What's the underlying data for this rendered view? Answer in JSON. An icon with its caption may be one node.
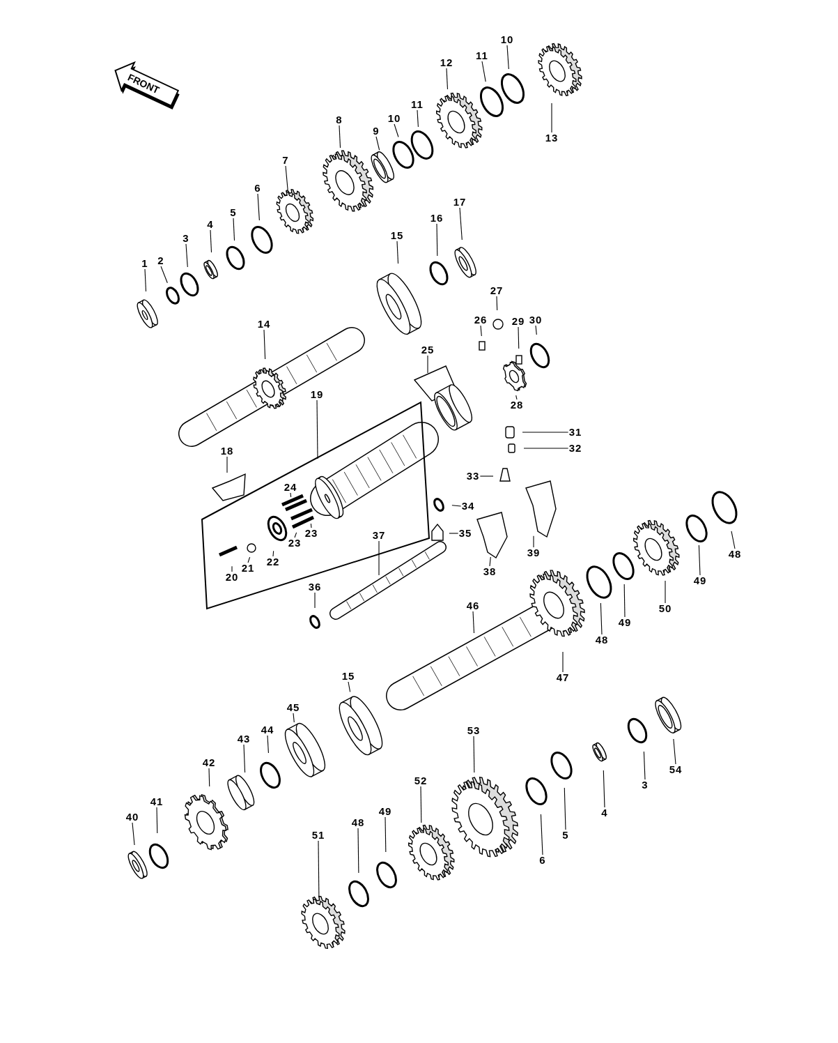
{
  "diagram": {
    "nodes": [
      {
        "text": [
          "FRONT"
        ]
      },
      {
        "text": [],
        "shape": "box"
      },
      {
        "text": [
          "1"
        ]
      },
      {
        "text": [
          "2"
        ]
      },
      {
        "text": [
          "3"
        ]
      },
      {
        "text": [
          "4"
        ]
      },
      {
        "text": [
          "5"
        ]
      },
      {
        "text": [
          "6"
        ]
      },
      {
        "text": [
          "7"
        ]
      },
      {
        "text": [
          "8"
        ]
      },
      {
        "text": [
          "9"
        ]
      },
      {
        "text": [
          "10"
        ]
      },
      {
        "text": [
          "11"
        ]
      },
      {
        "text": [
          "12"
        ]
      },
      {
        "text": [
          "11"
        ]
      },
      {
        "text": [
          "10"
        ]
      },
      {
        "text": [
          "13"
        ]
      },
      {
        "text": [
          "14"
        ]
      },
      {
        "text": [
          "15"
        ]
      },
      {
        "text": [
          "16"
        ]
      },
      {
        "text": [
          "17"
        ]
      },
      {
        "text": [
          "27"
        ]
      },
      {
        "text": [
          "26"
        ]
      },
      {
        "text": [
          "29"
        ]
      },
      {
        "text": [
          "30"
        ]
      },
      {
        "text": [
          "25"
        ]
      },
      {
        "text": [
          "19"
        ]
      },
      {
        "text": [
          "28"
        ]
      },
      {
        "text": [
          "31"
        ]
      },
      {
        "text": [
          "32"
        ]
      },
      {
        "text": [
          "18"
        ]
      },
      {
        "text": [
          "24"
        ],
        "in": 1
      },
      {
        "text": [
          "33"
        ]
      },
      {
        "text": [
          "34"
        ]
      },
      {
        "text": [
          "35"
        ]
      },
      {
        "text": [
          "22"
        ],
        "in": 1
      },
      {
        "text": [
          "23"
        ],
        "in": 1
      },
      {
        "text": [
          "23"
        ],
        "in": 1
      },
      {
        "text": [
          "20"
        ],
        "in": 1
      },
      {
        "text": [
          "21"
        ],
        "in": 1
      },
      {
        "text": [
          "37"
        ],
        "in": 1
      },
      {
        "text": [
          "36"
        ]
      },
      {
        "text": [
          "38"
        ]
      },
      {
        "text": [
          "39"
        ]
      },
      {
        "text": [
          "46"
        ]
      },
      {
        "text": [
          "47"
        ]
      },
      {
        "text": [
          "48"
        ]
      },
      {
        "text": [
          "49"
        ]
      },
      {
        "text": [
          "50"
        ]
      },
      {
        "text": [
          "49"
        ]
      },
      {
        "text": [
          "48"
        ]
      },
      {
        "text": [
          "15"
        ]
      },
      {
        "text": [
          "45"
        ]
      },
      {
        "text": [
          "44"
        ]
      },
      {
        "text": [
          "43"
        ]
      },
      {
        "text": [
          "42"
        ]
      },
      {
        "text": [
          "41"
        ]
      },
      {
        "text": [
          "40"
        ]
      },
      {
        "text": [
          "53"
        ]
      },
      {
        "text": [
          "52"
        ]
      },
      {
        "text": [
          "49"
        ]
      },
      {
        "text": [
          "48"
        ]
      },
      {
        "text": [
          "51"
        ]
      },
      {
        "text": [
          "6"
        ]
      },
      {
        "text": [
          "5"
        ]
      },
      {
        "text": [
          "4"
        ]
      },
      {
        "text": [
          "3"
        ]
      },
      {
        "text": [
          "54"
        ]
      }
    ],
    "edges": [
      {
        "from": 2,
        "to": null,
        "arrow": "none"
      },
      {
        "from": 3,
        "to": null,
        "arrow": "none"
      },
      {
        "from": 4,
        "to": null,
        "arrow": "none"
      },
      {
        "from": 5,
        "to": null,
        "arrow": "none"
      },
      {
        "from": 6,
        "to": null,
        "arrow": "none"
      },
      {
        "from": 7,
        "to": null,
        "arrow": "none"
      },
      {
        "from": 8,
        "to": null,
        "arrow": "none"
      },
      {
        "from": 9,
        "to": null,
        "arrow": "none"
      },
      {
        "from": 10,
        "to": null,
        "arrow": "none"
      },
      {
        "from": 11,
        "to": null,
        "arrow": "none"
      },
      {
        "from": 12,
        "to": null,
        "arrow": "none"
      },
      {
        "from": 13,
        "to": null,
        "arrow": "none"
      },
      {
        "from": 14,
        "to": null,
        "arrow": "none"
      },
      {
        "from": 15,
        "to": null,
        "arrow": "none"
      },
      {
        "from": 16,
        "to": null,
        "arrow": "none"
      },
      {
        "from": 17,
        "to": null,
        "arrow": "none"
      },
      {
        "from": 18,
        "to": null,
        "arrow": "none"
      },
      {
        "from": 19,
        "to": null,
        "arrow": "none"
      },
      {
        "from": 20,
        "to": null,
        "arrow": "none"
      },
      {
        "from": 21,
        "to": null,
        "arrow": "none"
      },
      {
        "from": 22,
        "to": null,
        "arrow": "none"
      },
      {
        "from": 23,
        "to": null,
        "arrow": "none"
      },
      {
        "from": 24,
        "to": null,
        "arrow": "none"
      },
      {
        "from": 25,
        "to": null,
        "arrow": "none"
      },
      {
        "from": 26,
        "to": 1,
        "arrow": "none"
      },
      {
        "from": 27,
        "to": null,
        "arrow": "none"
      },
      {
        "from": 28,
        "to": null,
        "arrow": "none"
      },
      {
        "from": 29,
        "to": null,
        "arrow": "none"
      },
      {
        "from": 30,
        "to": null,
        "arrow": "none"
      },
      {
        "from": 31,
        "to": null,
        "arrow": "none"
      },
      {
        "from": 32,
        "to": null,
        "arrow": "none"
      },
      {
        "from": 33,
        "to": null,
        "arrow": "none"
      },
      {
        "from": 34,
        "to": null,
        "arrow": "none"
      },
      {
        "from": 35,
        "to": null,
        "arrow": "none"
      },
      {
        "from": 36,
        "to": null,
        "arrow": "none"
      },
      {
        "from": 37,
        "to": null,
        "arrow": "none"
      },
      {
        "from": 38,
        "to": null,
        "arrow": "none"
      },
      {
        "from": 39,
        "to": null,
        "arrow": "none"
      },
      {
        "from": 40,
        "to": null,
        "arrow": "none"
      },
      {
        "from": 41,
        "to": null,
        "arrow": "none"
      },
      {
        "from": 42,
        "to": null,
        "arrow": "none"
      },
      {
        "from": 43,
        "to": null,
        "arrow": "none"
      },
      {
        "from": 44,
        "to": null,
        "arrow": "none"
      },
      {
        "from": 45,
        "to": null,
        "arrow": "none"
      },
      {
        "from": 46,
        "to": null,
        "arrow": "none"
      },
      {
        "from": 47,
        "to": null,
        "arrow": "none"
      },
      {
        "from": 48,
        "to": null,
        "arrow": "none"
      },
      {
        "from": 49,
        "to": null,
        "arrow": "none"
      },
      {
        "from": 50,
        "to": null,
        "arrow": "none"
      },
      {
        "from": 51,
        "to": null,
        "arrow": "none"
      },
      {
        "from": 52,
        "to": null,
        "arrow": "none"
      },
      {
        "from": 53,
        "to": null,
        "arrow": "none"
      },
      {
        "from": 54,
        "to": null,
        "arrow": "none"
      },
      {
        "from": 55,
        "to": null,
        "arrow": "none"
      },
      {
        "from": 56,
        "to": null,
        "arrow": "none"
      },
      {
        "from": 57,
        "to": null,
        "arrow": "none"
      },
      {
        "from": 58,
        "to": null,
        "arrow": "none"
      },
      {
        "from": 59,
        "to": null,
        "arrow": "none"
      },
      {
        "from": 60,
        "to": null,
        "arrow": "none"
      },
      {
        "from": 61,
        "to": null,
        "arrow": "none"
      },
      {
        "from": 62,
        "to": null,
        "arrow": "none"
      },
      {
        "from": 63,
        "to": null,
        "arrow": "none"
      },
      {
        "from": 64,
        "to": null,
        "arrow": "none"
      },
      {
        "from": 65,
        "to": null,
        "arrow": "none"
      },
      {
        "from": 66,
        "to": null,
        "arrow": "none"
      },
      {
        "from": 67,
        "to": null,
        "arrow": "none"
      }
    ]
  }
}
